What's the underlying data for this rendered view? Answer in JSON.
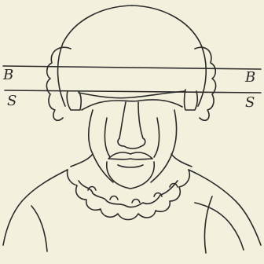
{
  "labels": {
    "left_top": "B",
    "left_bottom": "S",
    "right_top": "B",
    "right_bottom": "S"
  },
  "colors": {
    "paper": "#f3f0dd",
    "ink": "#2a2a2a"
  }
}
